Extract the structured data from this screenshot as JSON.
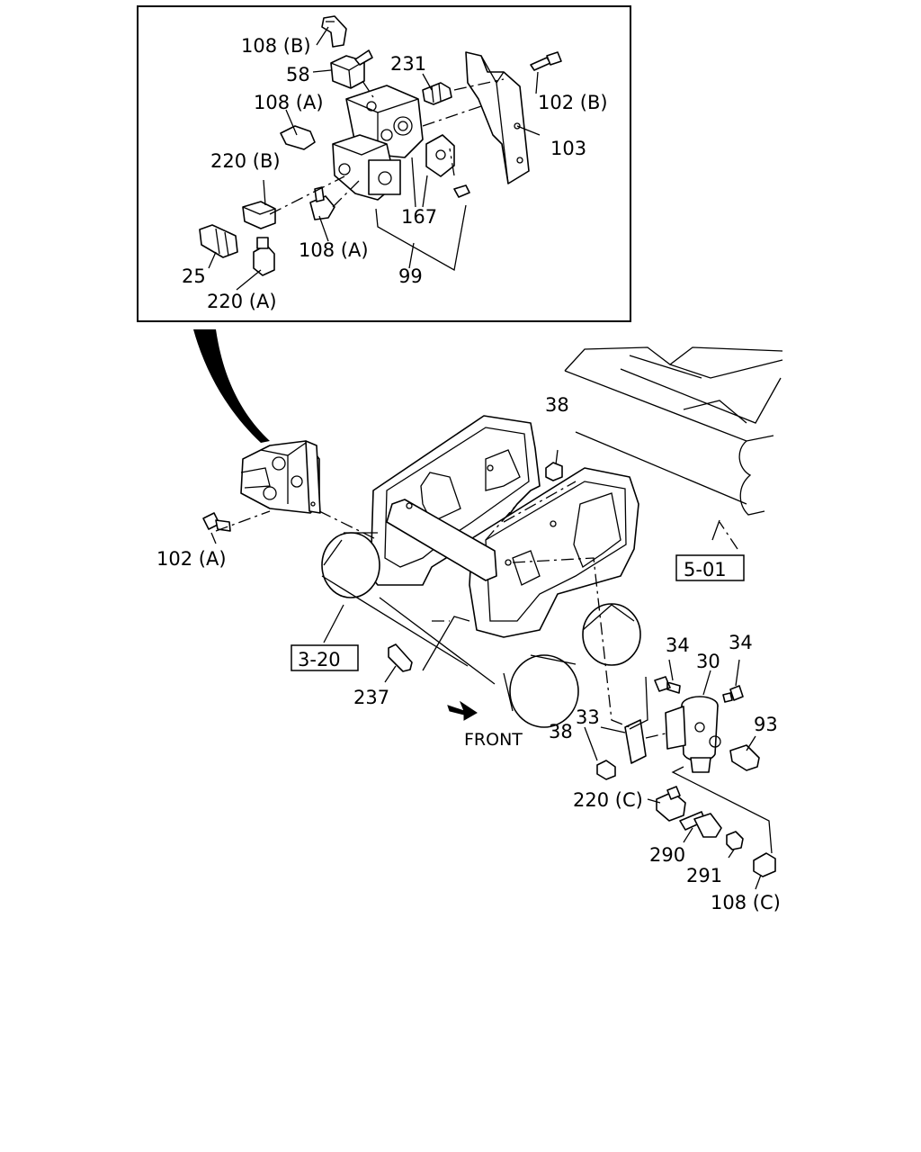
{
  "labels": {
    "p108b": "108 (B)",
    "p58": "58",
    "p108a_top": "108 (A)",
    "p231": "231",
    "p102b": "102 (B)",
    "p103": "103",
    "p220b": "220 (B)",
    "p167": "167",
    "p108a_low": "108 (A)",
    "p25": "25",
    "p99": "99",
    "p220a": "220 (A)",
    "p38_top": "38",
    "p102a": "102 (A)",
    "p34_left": "34",
    "p30": "30",
    "p34_right": "34",
    "p93": "93",
    "p237": "237",
    "p33": "33",
    "p38_low": "38",
    "p220c": "220 (C)",
    "p290": "290",
    "p291": "291",
    "p108c": "108 (C)",
    "front": "FRONT"
  },
  "refs": {
    "r501": "5-01",
    "r320": "3-20"
  }
}
